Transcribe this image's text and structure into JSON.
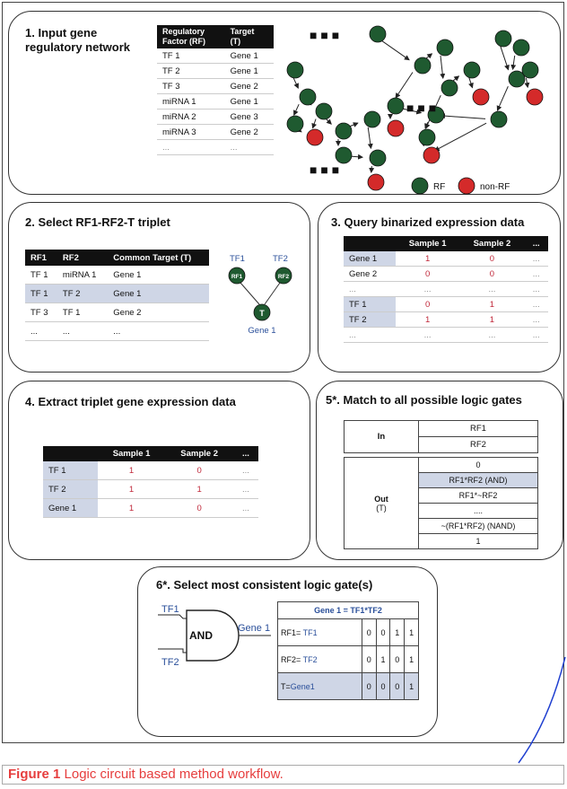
{
  "panel1": {
    "title_line1": "1. Input gene",
    "title_line2": "regulatory network",
    "table": {
      "header_col1_line1": "Regulatory",
      "header_col1_line2": "Factor (RF)",
      "header_col2_line1": "Target",
      "header_col2_line2": "(T)",
      "rows": [
        [
          "TF 1",
          "Gene 1"
        ],
        [
          "TF 2",
          "Gene 1"
        ],
        [
          "TF 3",
          "Gene 2"
        ],
        [
          "miRNA 1",
          "Gene 1"
        ],
        [
          "miRNA 2",
          "Gene 3"
        ],
        [
          "miRNA 3",
          "Gene 2"
        ],
        [
          "...",
          "..."
        ]
      ]
    },
    "ellipsis": "■ ■ ■",
    "legend_rf": "RF",
    "legend_nonrf": "non-RF",
    "colors": {
      "rf": "#1f5a30",
      "nonrf": "#d42a2a"
    }
  },
  "panel2": {
    "title": "2. Select RF1-RF2-T triplet",
    "headers": [
      "RF1",
      "RF2",
      "Common Target (T)"
    ],
    "rows": [
      [
        "TF 1",
        "miRNA 1",
        "Gene 1"
      ],
      [
        "TF 1",
        "TF 2",
        "Gene 1"
      ],
      [
        "TF 3",
        "TF 1",
        "Gene 2"
      ],
      [
        "...",
        "...",
        "..."
      ]
    ],
    "diagram": {
      "tf1": "TF1",
      "tf2": "TF2",
      "rf1": "RF1",
      "rf2": "RF2",
      "t": "T",
      "gene": "Gene 1"
    }
  },
  "panel3": {
    "title": "3. Query binarized expression data",
    "headers": [
      "",
      "Sample 1",
      "Sample 2",
      "..."
    ],
    "rows": [
      [
        "Gene 1",
        "1",
        "0",
        "..."
      ],
      [
        "Gene 2",
        "0",
        "0",
        "..."
      ],
      [
        "...",
        "...",
        "...",
        "..."
      ],
      [
        "TF 1",
        "0",
        "1",
        "..."
      ],
      [
        "TF 2",
        "1",
        "1",
        "..."
      ],
      [
        "...",
        "...",
        "...",
        "..."
      ]
    ]
  },
  "panel4": {
    "title": "4. Extract triplet gene expression data",
    "headers": [
      "",
      "Sample 1",
      "Sample 2",
      "..."
    ],
    "rows": [
      [
        "TF 1",
        "1",
        "0",
        "..."
      ],
      [
        "TF 2",
        "1",
        "1",
        "..."
      ],
      [
        "Gene 1",
        "1",
        "0",
        "..."
      ]
    ]
  },
  "panel5": {
    "title": "5*. Match to all possible logic gates",
    "in_label": "In",
    "in_rows": [
      "RF1",
      "RF2"
    ],
    "out_label": "Out",
    "out_sub": "(T)",
    "out_rows": [
      "0",
      "RF1*RF2 (AND)",
      "RF1*~RF2",
      "....",
      "~(RF1*RF2) (NAND)",
      "1"
    ]
  },
  "panel6": {
    "title": "6*. Select most consistent logic gate(s)",
    "gate_label": "AND",
    "in1": "TF1",
    "in2": "TF2",
    "out": "Gene 1",
    "table_title": "Gene 1 = TF1*TF2",
    "row1_prefix": "RF1= ",
    "row1_name": "TF1",
    "row1_vals": [
      "0",
      "0",
      "1",
      "1"
    ],
    "row2_prefix": "RF2= ",
    "row2_name": "TF2",
    "row2_vals": [
      "0",
      "1",
      "0",
      "1"
    ],
    "row3_prefix": "T=",
    "row3_name": "Gene1",
    "row3_vals": [
      "0",
      "0",
      "0",
      "1"
    ]
  },
  "caption": {
    "label": "Figure 1",
    "text": " Logic circuit based method workflow."
  }
}
